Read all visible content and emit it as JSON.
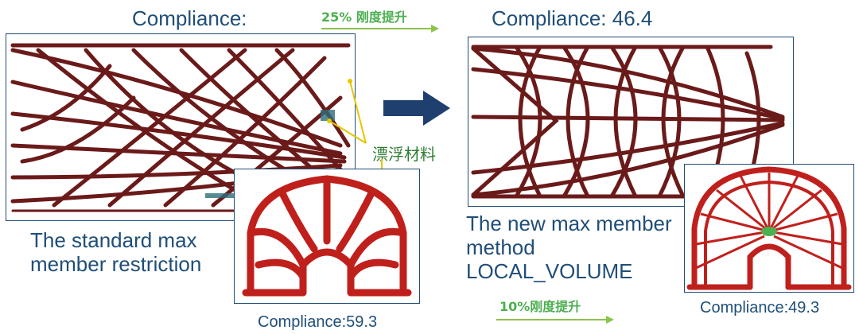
{
  "left": {
    "compliance_title": "Compliance: 61.8",
    "caption_line1": "The standard max",
    "caption_line2": "member restriction",
    "inset_compliance": "Compliance:59.3"
  },
  "right": {
    "compliance_title": "Compliance: 46.4",
    "caption_line1": "The new max member",
    "caption_line2": "method",
    "caption_line3": "LOCAL_VOLUME",
    "inset_compliance": "Compliance:49.3"
  },
  "labels": {
    "top_improvement": "25% 刚度提升",
    "bottom_improvement": "10%刚度提升",
    "floating_material": "漂浮材料"
  },
  "colors": {
    "structure": "#6b1a1a",
    "inset_structure": "#c0201c",
    "frame": "#1f4e79",
    "arrow": "#1f3f6e",
    "green": "#4caf50"
  }
}
